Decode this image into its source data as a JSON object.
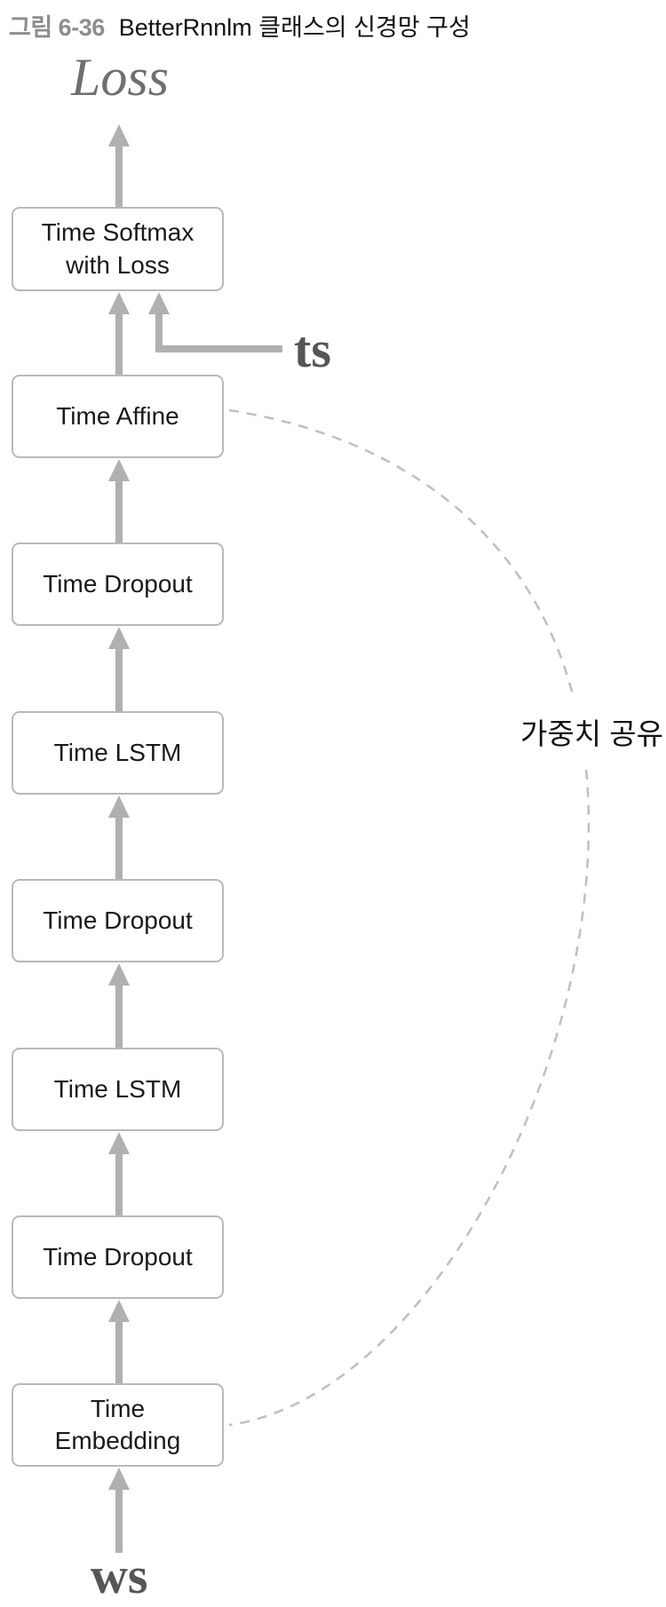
{
  "title": {
    "figure_label": "그림 6-36",
    "text": "BetterRnnlm 클래스의 신경망 구성"
  },
  "diagram": {
    "output_label": "Loss",
    "target_label": "ts",
    "input_label": "ws",
    "weight_sharing_label": "가중치 공유",
    "boxes": [
      {
        "label": "Time Softmax with Loss"
      },
      {
        "label": "Time Affine"
      },
      {
        "label": "Time Dropout"
      },
      {
        "label": "Time LSTM"
      },
      {
        "label": "Time Dropout"
      },
      {
        "label": "Time LSTM"
      },
      {
        "label": "Time Dropout"
      },
      {
        "label": "Time Embedding"
      }
    ],
    "colors": {
      "arrow": "#b0b0b0",
      "box_border": "#b9b9b9",
      "dashed_line": "#bfbfbf",
      "figure_label": "#8d8d8d",
      "loss_text": "#6f6f6f",
      "io_text": "#565656"
    }
  }
}
